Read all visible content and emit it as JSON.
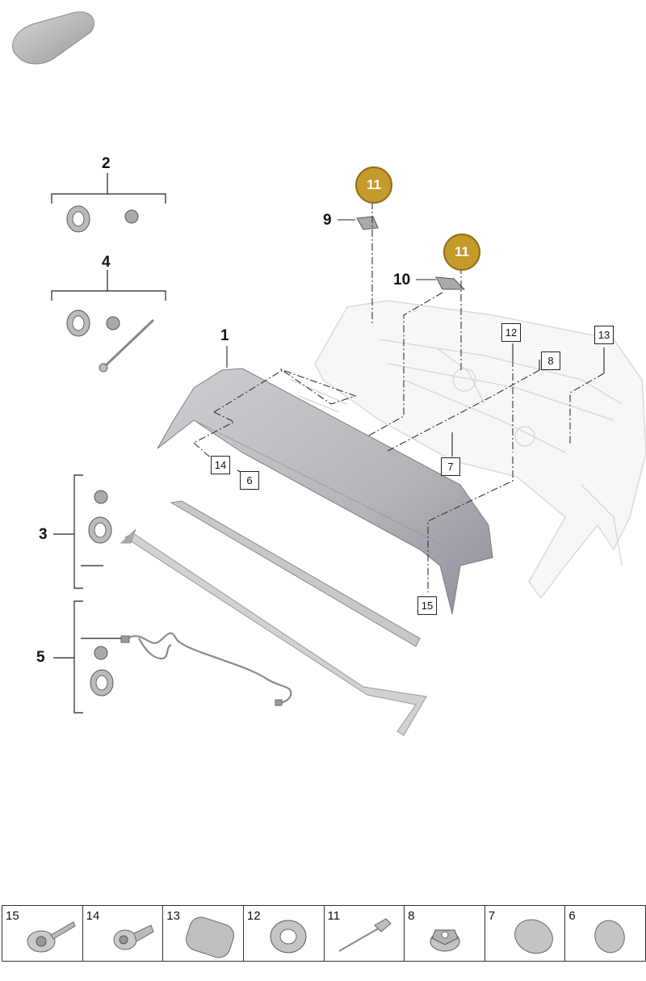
{
  "callouts": {
    "c1": "1",
    "c2": "2",
    "c3": "3",
    "c4": "4",
    "c5": "5",
    "c9": "9",
    "c10": "10"
  },
  "gold_markers": [
    "11",
    "11"
  ],
  "boxed_labels": {
    "b12": "12",
    "b13": "13",
    "b8": "8",
    "b7": "7",
    "b14": "14",
    "b6": "6",
    "b15": "15"
  },
  "parts_table": [
    {
      "number": "15",
      "icon": "torx-bolt-flange-icon"
    },
    {
      "number": "14",
      "icon": "torx-bolt-icon"
    },
    {
      "number": "13",
      "icon": "oval-pad-icon"
    },
    {
      "number": "12",
      "icon": "grommet-icon"
    },
    {
      "number": "11",
      "icon": "rivet-icon"
    },
    {
      "number": "8",
      "icon": "flange-nut-icon"
    },
    {
      "number": "7",
      "icon": "oval-cap-icon"
    },
    {
      "number": "6",
      "icon": "round-cap-icon"
    }
  ],
  "colors": {
    "gold_marker": "#c49a2c",
    "spoiler": "#b7b7bc",
    "line": "#222222"
  }
}
